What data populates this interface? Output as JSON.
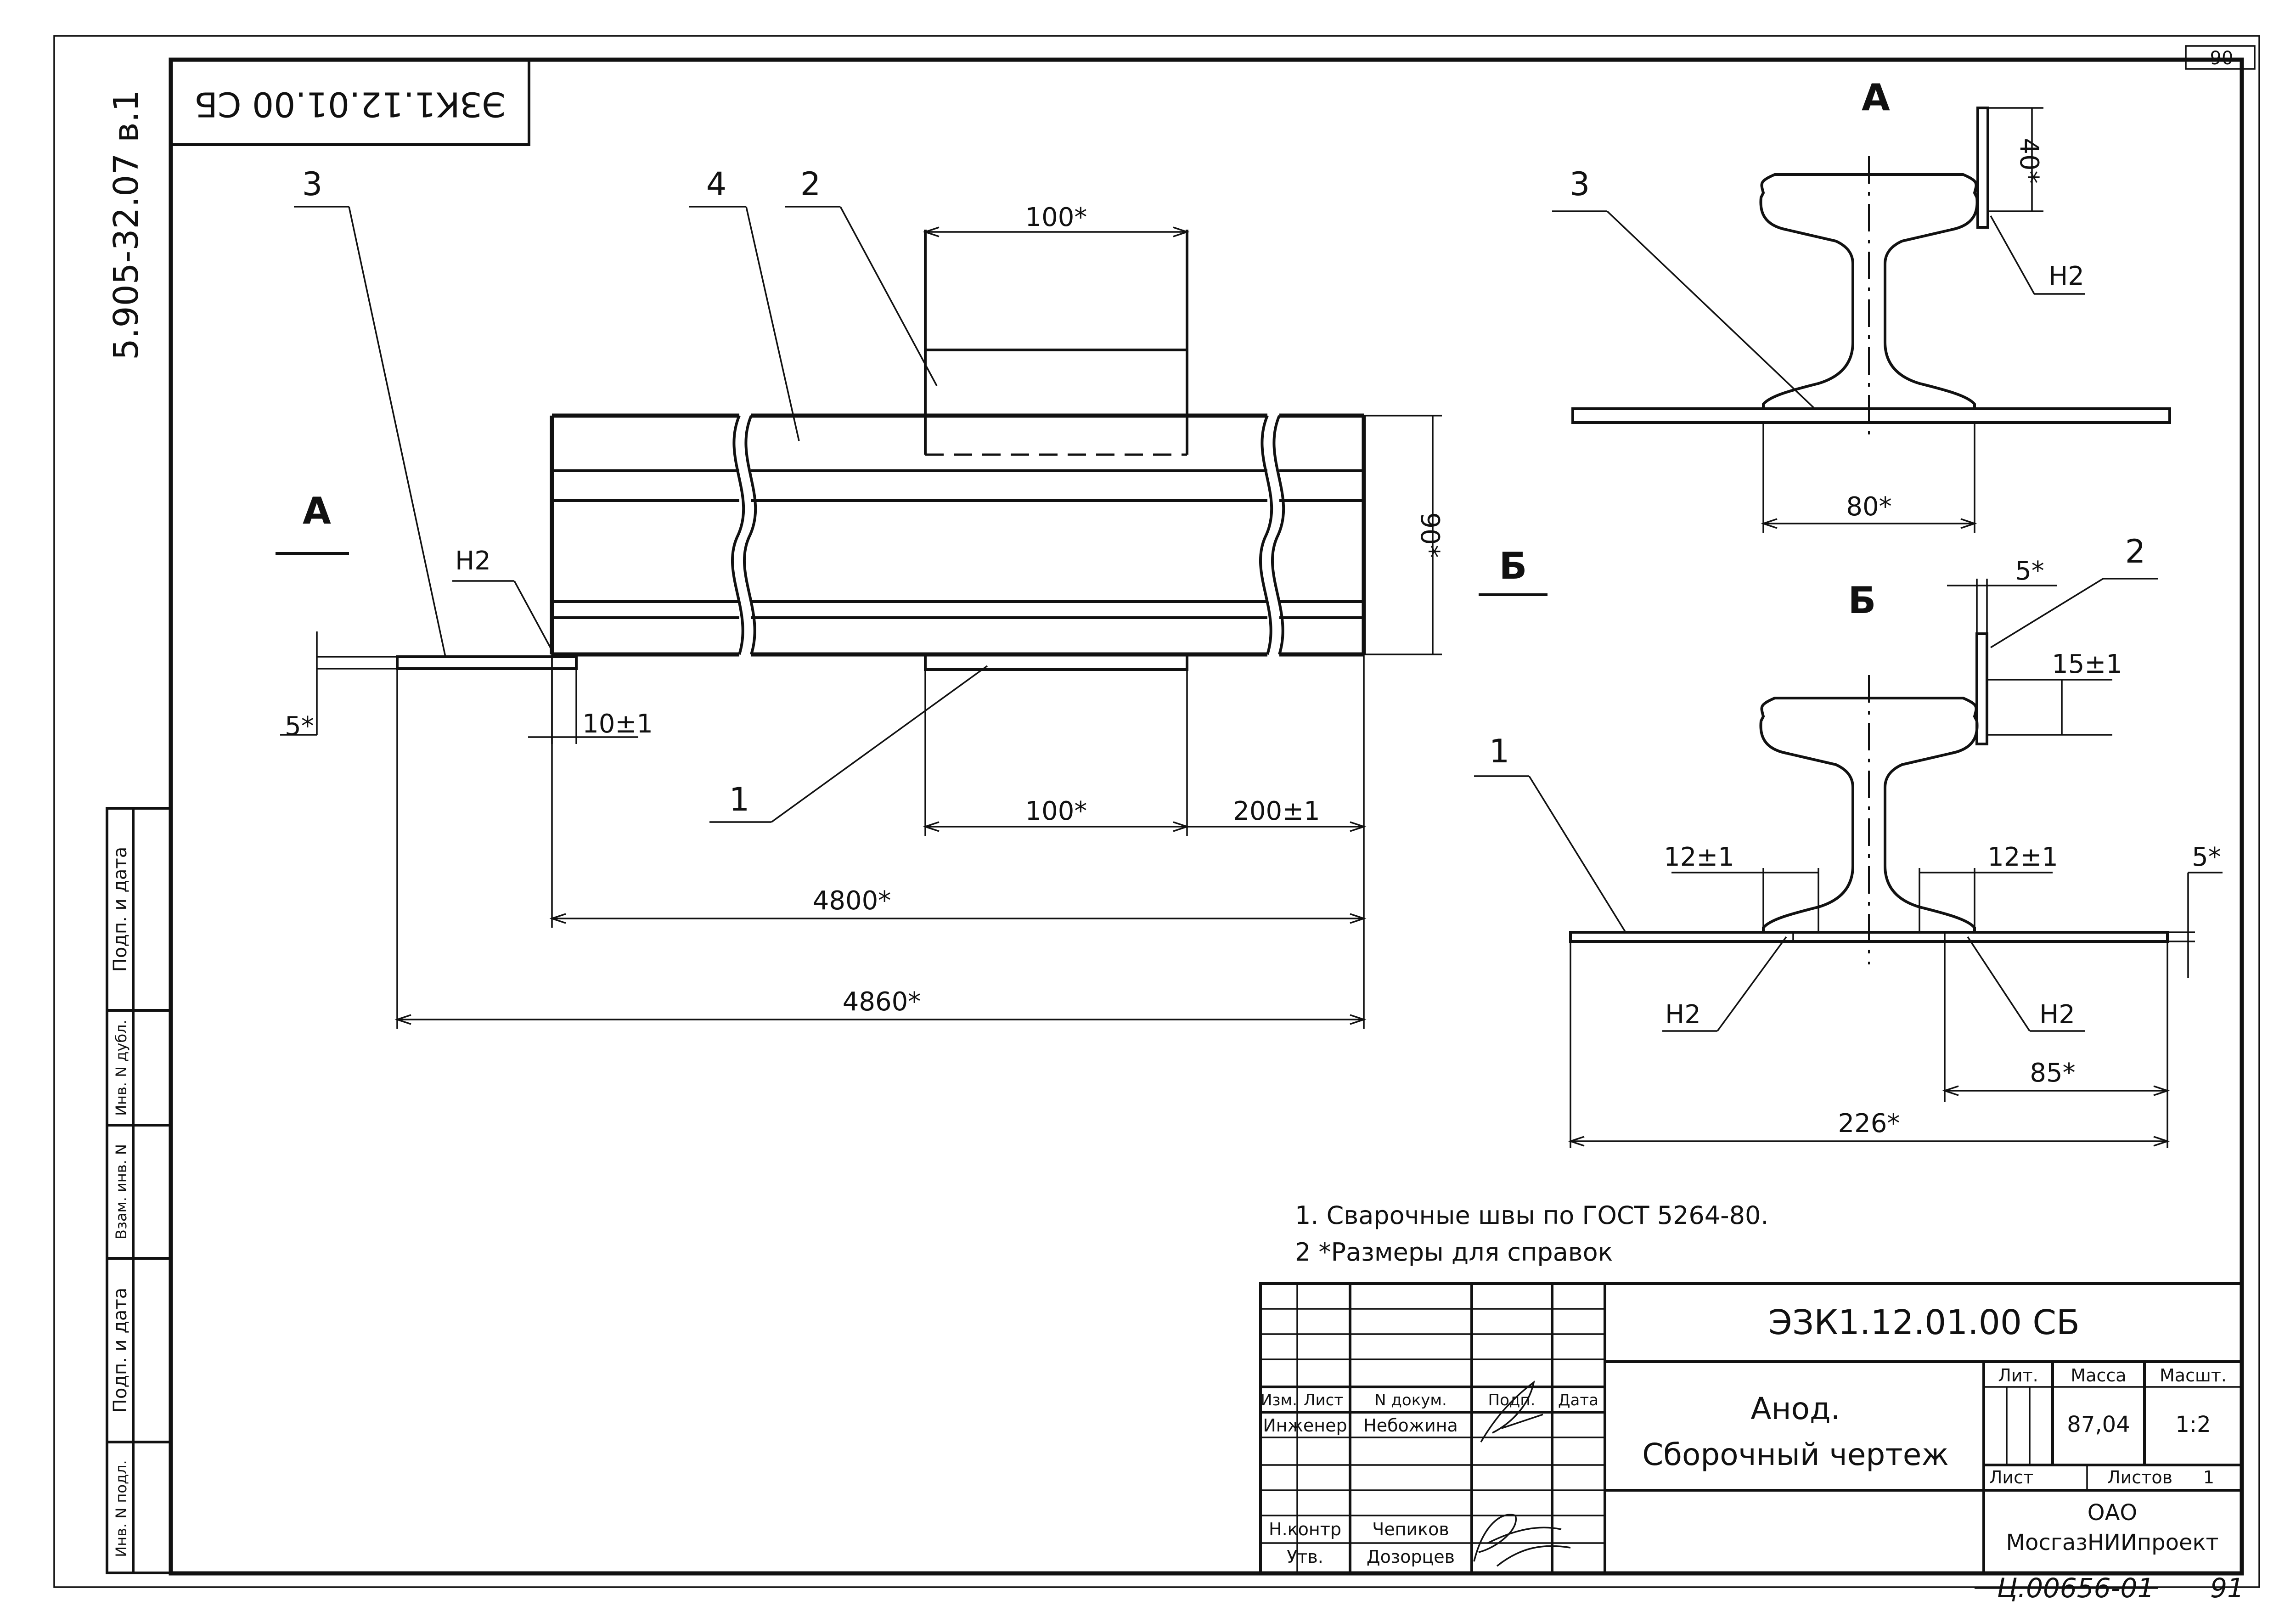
{
  "doc": {
    "sheet_number": "90",
    "designation_rotated": "ЭЗК1.12.01.00 СБ",
    "series_code": "5.905-32.07 в.1",
    "footer_handwritten": "Ц.00656-01",
    "footer_page": "91"
  },
  "side_strip": {
    "labels": [
      "Подп. и дата",
      "Инв. N дубл.",
      "Взам. инв. N",
      "Подп. и дата",
      "Инв. N подл."
    ]
  },
  "main_view": {
    "positions": {
      "p1": "1",
      "p2": "2",
      "p3": "3",
      "p4": "4"
    },
    "section_a_mark": "А",
    "weld_label": "Н2",
    "dims": {
      "d100_top": "100*",
      "d90": "90*",
      "d5": "5*",
      "d10": "10±1",
      "d100_bottom": "100*",
      "d200": "200±1",
      "d4800": "4800*",
      "d4860": "4860*"
    }
  },
  "view_a": {
    "title": "А",
    "position": "3",
    "weld_label": "Н2",
    "dims": {
      "d40": "40*",
      "d80": "80*"
    }
  },
  "view_b": {
    "title": "Б",
    "section_mark": "Б",
    "positions": {
      "p1": "1",
      "p2": "2"
    },
    "weld_left": "Н2",
    "weld_right": "Н2",
    "dims": {
      "d5": "5*",
      "d15": "15±1",
      "d12_left": "12±1",
      "d12_right": "12±1",
      "d5_right": "5*",
      "d85": "85*",
      "d226": "226*"
    }
  },
  "notes": [
    "1. Сварочные швы по ГОСТ 5264-80.",
    "2 *Размеры для справок"
  ],
  "title_block": {
    "code": "ЭЗК1.12.01.00 СБ",
    "name_line1": "Анод.",
    "name_line2": "Сборочный чертеж",
    "headers": {
      "izm": "Изм.",
      "list": "Лист",
      "doc_n": "N докум.",
      "sign": "Подп.",
      "date": "Дата"
    },
    "roles": [
      {
        "role": "Инженер",
        "name": "Небожина"
      },
      {
        "role": "Н.контр",
        "name": "Чепиков"
      },
      {
        "role": "Утв.",
        "name": "Дозорцев"
      }
    ],
    "lit_label": "Лит.",
    "mass_label": "Масса",
    "scale_label": "Масшт.",
    "mass_value": "87,04",
    "scale_value": "1:2",
    "sheet_label": "Лист",
    "sheets_label": "Листов",
    "sheets_value": "1",
    "org_line1": "ОАО",
    "org_line2": "МосгазНИИпроект"
  }
}
